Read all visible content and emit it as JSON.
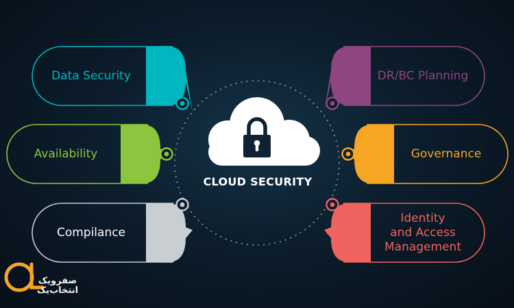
{
  "center": {
    "title": "CLOUD SECURITY",
    "icon": "cloud-lock-icon"
  },
  "nodes": [
    {
      "id": "data-security",
      "label": "Data Security",
      "color": "#00b6c0",
      "side": "left",
      "row": 0
    },
    {
      "id": "availability",
      "label": "Availability",
      "color": "#8cc63f",
      "side": "left",
      "row": 1
    },
    {
      "id": "compliance",
      "label": "Compilance",
      "color": "#c9ced2",
      "side": "left",
      "row": 2
    },
    {
      "id": "dr-bc",
      "label": "DR/BC Planning",
      "color": "#8e4680",
      "side": "right",
      "row": 0
    },
    {
      "id": "governance",
      "label": "Governance",
      "color": "#f6a623",
      "side": "right",
      "row": 1
    },
    {
      "id": "iam",
      "label": "Identity\nand Access\nManagement",
      "color": "#f0625d",
      "side": "right",
      "row": 2
    }
  ],
  "colors": {
    "background": "#0c1d2c",
    "dots": "#8fa3b5",
    "center": "#ffffff",
    "lock": "#0e2233"
  },
  "watermark": {
    "text_line1": "صفرویک",
    "text_line2": "انتخاب‌یک",
    "accent": "#f6a623"
  }
}
